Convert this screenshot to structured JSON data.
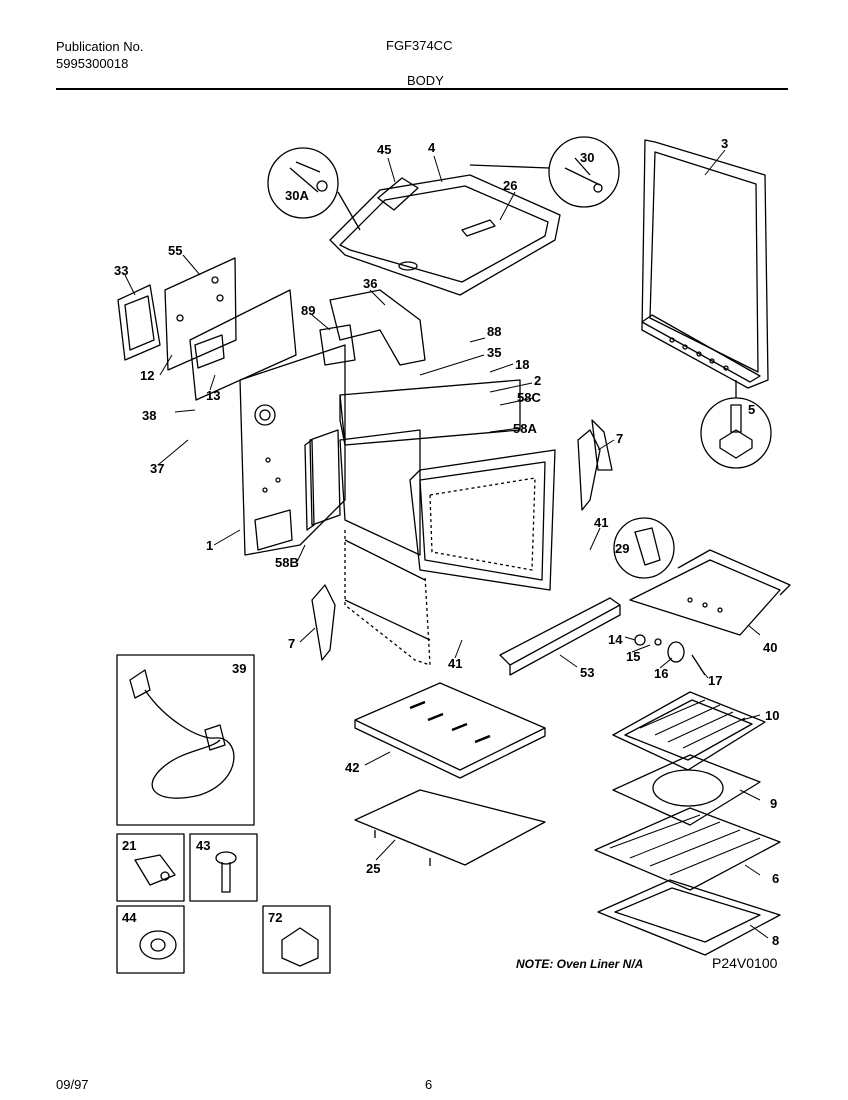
{
  "header": {
    "publication_label": "Publication No.",
    "publication_number": "5995300018",
    "model": "FGF374CC",
    "section": "BODY"
  },
  "footer": {
    "date": "09/97",
    "page": "6"
  },
  "diagram": {
    "note": "NOTE: Oven Liner N/A",
    "drawing_code": "P24V0100",
    "part_labels": [
      "45",
      "4",
      "30",
      "3",
      "30A",
      "26",
      "55",
      "33",
      "36",
      "89",
      "88",
      "35",
      "18",
      "2",
      "58C",
      "12",
      "13",
      "38",
      "37",
      "58A",
      "7",
      "5",
      "1",
      "58B",
      "41",
      "29",
      "40",
      "14",
      "15",
      "16",
      "17",
      "53",
      "41",
      "7",
      "39",
      "10",
      "42",
      "9",
      "6",
      "25",
      "8",
      "21",
      "43",
      "44",
      "72"
    ]
  }
}
